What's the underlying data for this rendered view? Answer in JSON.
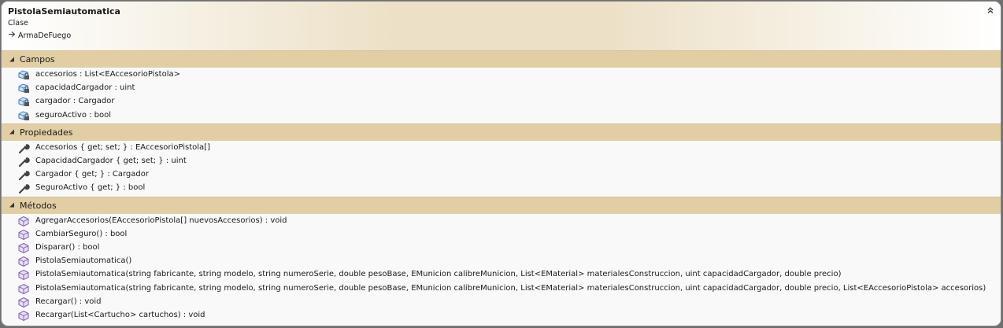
{
  "class": {
    "name": "PistolaSemiautomatica",
    "kind": "Clase",
    "base_class": "ArmaDeFuego"
  },
  "sections": {
    "fields": {
      "label": "Campos",
      "items": [
        "accesorios : List<EAccesorioPistola>",
        "capacidadCargador : uint",
        "cargador : Cargador",
        "seguroActivo : bool"
      ]
    },
    "properties": {
      "label": "Propiedades",
      "items": [
        "Accesorios { get; set; } : EAccesorioPistola[]",
        "CapacidadCargador { get; set; } : uint",
        "Cargador { get; } : Cargador",
        "SeguroActivo { get; } : bool"
      ]
    },
    "methods": {
      "label": "Métodos",
      "items": [
        "AgregarAccesorios(EAccesorioPistola[] nuevosAccesorios) : void",
        "CambiarSeguro() : bool",
        "Disparar() : bool",
        "PistolaSemiautomatica()",
        "PistolaSemiautomatica(string fabricante, string modelo, string numeroSerie, double pesoBase, EMunicion calibreMunicion, List<EMaterial> materialesConstruccion, uint capacidadCargador, double precio)",
        "PistolaSemiautomatica(string fabricante, string modelo, string numeroSerie, double pesoBase, EMunicion calibreMunicion, List<EMaterial> materialesConstruccion, uint capacidadCargador, double precio, List<EAccesorioPistola> accesorios)",
        "Recargar() : void",
        "Recargar(List<Cartucho> cartuchos) : void"
      ]
    }
  },
  "icons": {
    "field": "private-field-icon",
    "property": "wrench-property-icon",
    "method": "method-cube-icon",
    "collapse": "double-chevron-up-icon",
    "inherit": "inheritance-arrow-icon",
    "section": "triangle-expanded-icon"
  },
  "colors": {
    "section_band": "#e2cea4",
    "header_gradient": "#ece0c6",
    "field_icon": "#3b7fc4",
    "method_icon": "#7c5bb5"
  }
}
